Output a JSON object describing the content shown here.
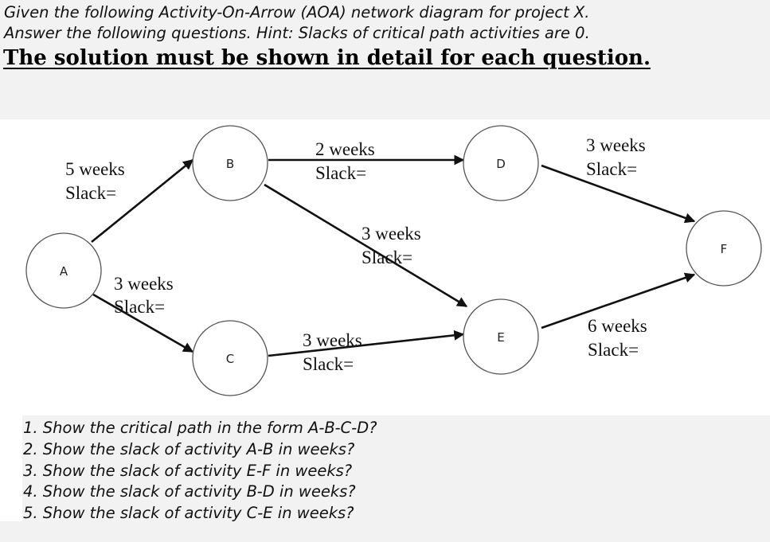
{
  "header": {
    "intro_line_1": "Given the following Activity-On-Arrow (AOA) network diagram for project X.",
    "intro_line_2": "Answer the following questions. Hint: Slacks of critical path activities are 0.",
    "heading": "The solution must be shown in detail for each question."
  },
  "diagram": {
    "nodes": [
      {
        "id": "A",
        "label": "A"
      },
      {
        "id": "B",
        "label": "B"
      },
      {
        "id": "C",
        "label": "C"
      },
      {
        "id": "D",
        "label": "D"
      },
      {
        "id": "E",
        "label": "E"
      },
      {
        "id": "F",
        "label": "F"
      }
    ],
    "activities": [
      {
        "from": "A",
        "to": "B",
        "duration": "5 weeks",
        "slack": "Slack="
      },
      {
        "from": "A",
        "to": "C",
        "duration": "3 weeks",
        "slack": "Slack="
      },
      {
        "from": "B",
        "to": "D",
        "duration": "2 weeks",
        "slack": "Slack="
      },
      {
        "from": "B",
        "to": "E",
        "duration": "3 weeks",
        "slack": "Slack="
      },
      {
        "from": "C",
        "to": "E",
        "duration": "3 weeks",
        "slack": "Slack="
      },
      {
        "from": "D",
        "to": "F",
        "duration": "3 weeks",
        "slack": "Slack="
      },
      {
        "from": "E",
        "to": "F",
        "duration": "6 weeks",
        "slack": "Slack="
      }
    ]
  },
  "questions": [
    "1. Show the critical path in the form A-B-C-D?",
    "2. Show the slack of activity A-B in weeks?",
    "3. Show the slack of activity E-F in weeks?",
    "4. Show the slack of activity B-D in weeks?",
    "5. Show the slack of activity C-E in weeks?"
  ]
}
